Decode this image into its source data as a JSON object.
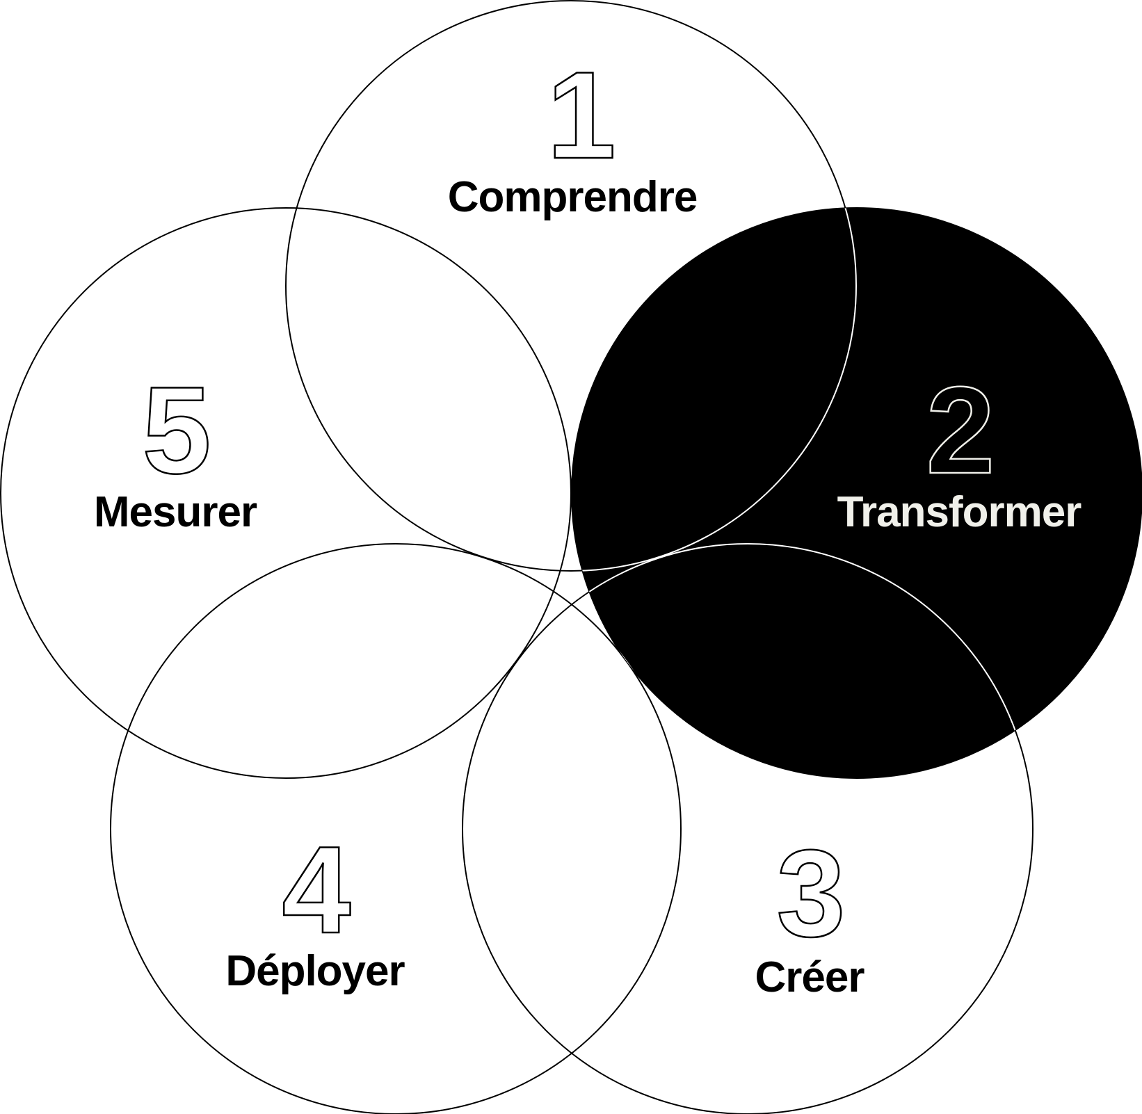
{
  "diagram": {
    "colors": {
      "ink": "#000000",
      "paper": "#ffffff",
      "inverse_text": "#f0f0ea"
    },
    "highlighted_step": "2",
    "steps": [
      {
        "number": "1",
        "label": "Comprendre"
      },
      {
        "number": "2",
        "label": "Transformer"
      },
      {
        "number": "3",
        "label": "Créer"
      },
      {
        "number": "4",
        "label": "Déployer"
      },
      {
        "number": "5",
        "label": "Mesurer"
      }
    ]
  }
}
